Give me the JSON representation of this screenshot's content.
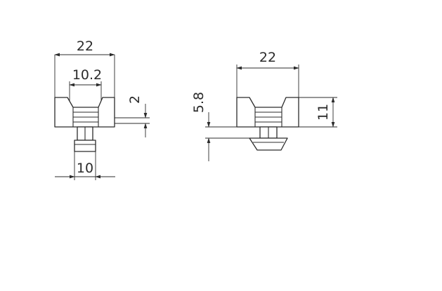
{
  "dimensions": {
    "left_overall_width": "22",
    "left_neck_width": "10.2",
    "left_step_height": "2",
    "left_base_width": "10",
    "right_overall_width": "22",
    "right_offset_height": "5.8",
    "right_total_height": "11"
  },
  "colors": {
    "line": "#2b2b2b",
    "background": "#ffffff"
  }
}
